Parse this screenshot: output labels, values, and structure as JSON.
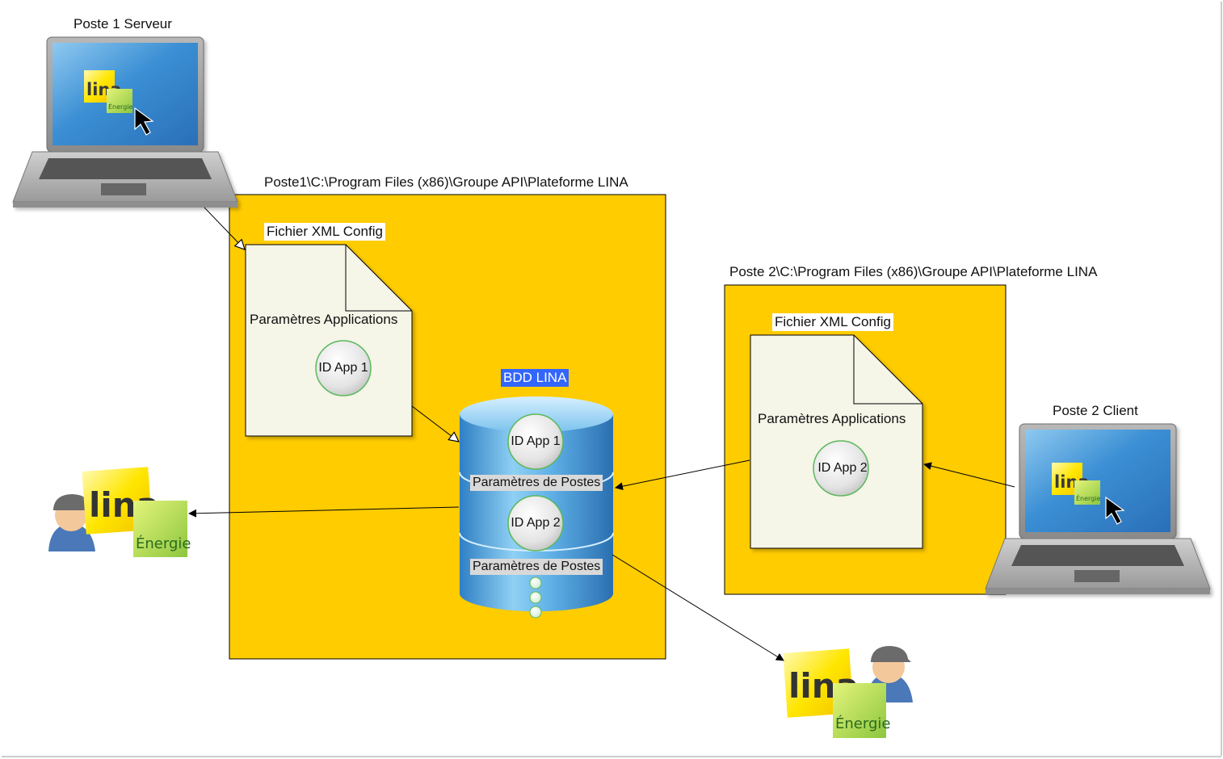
{
  "labels": {
    "server_title": "Poste 1 Serveur",
    "client_title": "Poste 2 Client",
    "path_poste1": "Poste1\\C:\\Program Files (x86)\\Groupe API\\Plateforme LINA",
    "path_poste2": "Poste 2\\C:\\Program Files (x86)\\Groupe API\\Plateforme LINA",
    "xml_config_1": "Fichier XML Config",
    "xml_config_2": "Fichier XML Config",
    "params_apps_1": "Paramètres Applications",
    "params_apps_2": "Paramètres Applications",
    "id_app_1_doc": "ID App 1",
    "id_app_2_doc": "ID App 2",
    "bdd": "BDD LINA",
    "db_id_app_1": "ID App 1",
    "db_id_app_2": "ID App 2",
    "db_params_postes_1": "Paramètres de Postes",
    "db_params_postes_2": "Paramètres de Postes"
  },
  "logo": {
    "word": "lina",
    "small_sub": "Énergie",
    "sub": "Énergie"
  },
  "colors": {
    "folder": "#ffcc00",
    "document": "#f5f5e8",
    "database": "#4aa3e0",
    "bdd_label": "#3366ff",
    "screen": "#3b8fd4"
  }
}
